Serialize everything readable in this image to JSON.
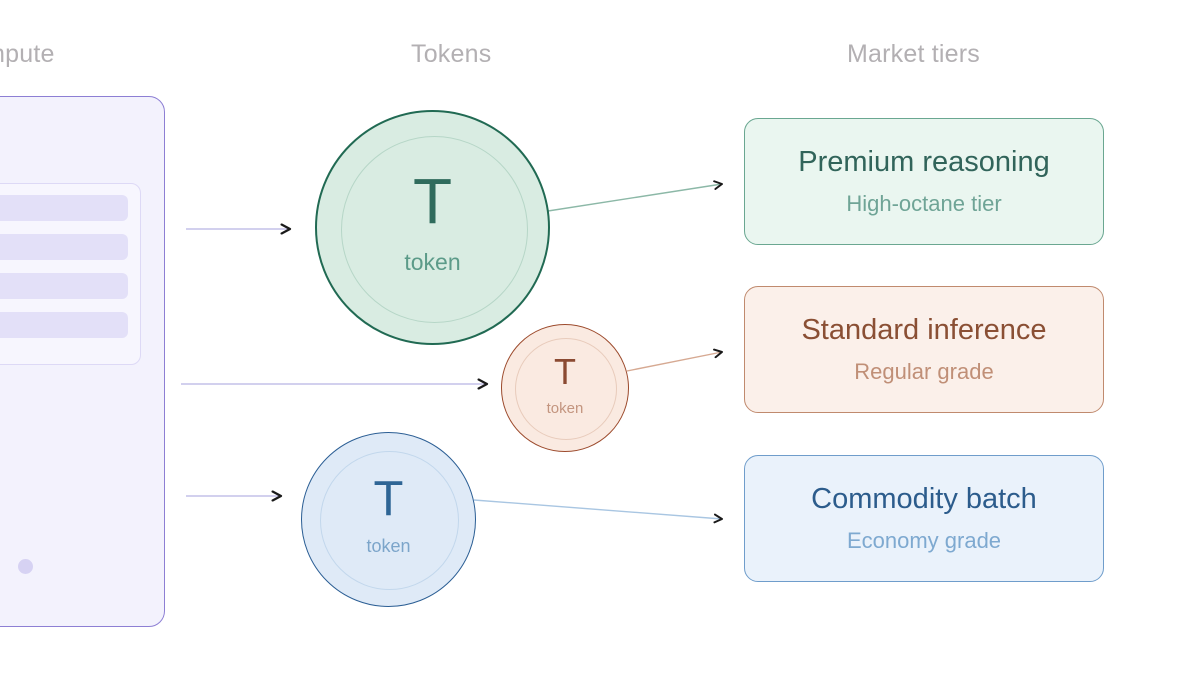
{
  "columns": {
    "compute": "ompute",
    "tokens": "Tokens",
    "tiers": "Market tiers"
  },
  "compute_panel": {
    "rows": [
      "",
      "",
      "",
      ""
    ],
    "dots": [
      "inactive",
      "active",
      "inactive"
    ]
  },
  "tokens": [
    {
      "glyph": "T",
      "caption": "token",
      "size": "large",
      "accent": "#216a53",
      "fill": "#d9ece2"
    },
    {
      "glyph": "T",
      "caption": "token",
      "size": "small",
      "accent": "#9c4a2c",
      "fill": "#faeae1"
    },
    {
      "glyph": "T",
      "caption": "token",
      "size": "medium",
      "accent": "#2b5e94",
      "fill": "#dfeaf7"
    }
  ],
  "tiers": [
    {
      "title": "Premium reasoning",
      "subtitle": "High-octane tier",
      "accent": "#6aa791",
      "fill": "#eaf6f0"
    },
    {
      "title": "Standard inference",
      "subtitle": "Regular grade",
      "accent": "#c08a6e",
      "fill": "#fbf0ea"
    },
    {
      "title": "Commodity batch",
      "subtitle": "Economy grade",
      "accent": "#6f9dcb",
      "fill": "#eaf2fb"
    }
  ],
  "connectors": {
    "feed_color": "#c3c0e8",
    "arrowhead_color": "#1a1a1a",
    "green_wire": "#8cb8a7",
    "orange_wire": "#d6a992",
    "blue_wire": "#a9c6e2"
  }
}
